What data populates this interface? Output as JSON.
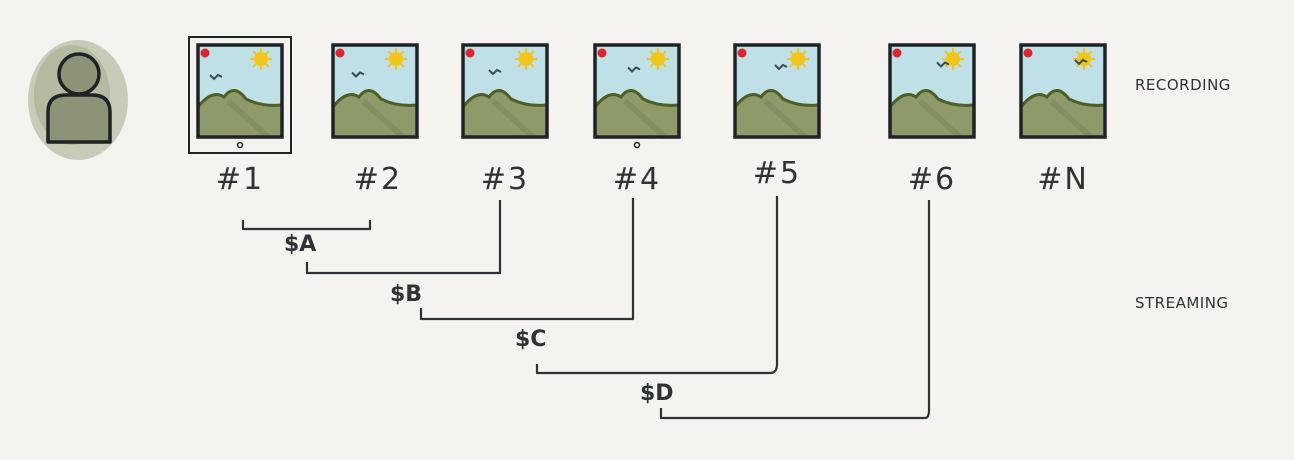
{
  "labels": {
    "recording": "RECORDING",
    "streaming": "STREAMING"
  },
  "frames": [
    {
      "label": "#1",
      "selected": true
    },
    {
      "label": "#2",
      "selected": false
    },
    {
      "label": "#3",
      "selected": false
    },
    {
      "label": "#4",
      "selected": false
    },
    {
      "label": "#5",
      "selected": false
    },
    {
      "label": "#6",
      "selected": false
    },
    {
      "label": "#N",
      "selected": false
    }
  ],
  "chunks": [
    {
      "label": "$A"
    },
    {
      "label": "$B"
    },
    {
      "label": "$C"
    },
    {
      "label": "$D"
    }
  ],
  "colors": {
    "background": "#f4f3f0",
    "ink": "#2f3336",
    "sky": "#bfe0e6",
    "mountain": "#8f9a6b",
    "mountain_edge": "#4e5f25",
    "sun": "#f3c51b",
    "record_dot": "#e0242f",
    "user_wash": "#b8bfa6",
    "user_fill": "#8c9377"
  },
  "icons": {
    "user": "user-icon",
    "frame": "landscape-frame-icon"
  }
}
